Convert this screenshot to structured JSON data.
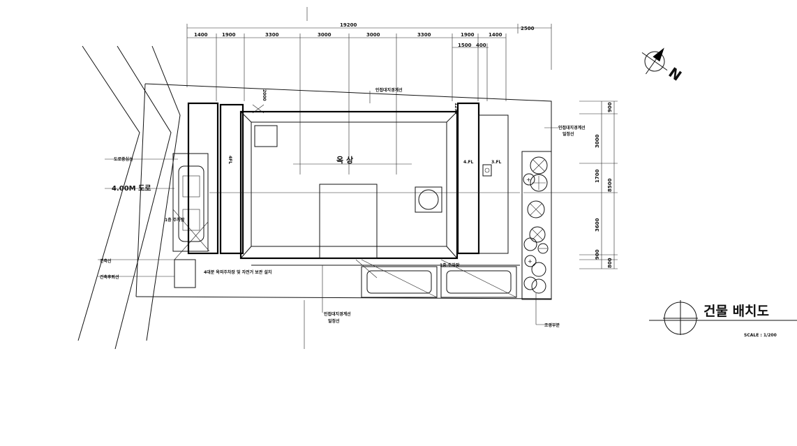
{
  "dimensions": {
    "overall": "19200",
    "right_extra": "2500",
    "top_segments": [
      "1400",
      "1900",
      "3300",
      "3000",
      "3000",
      "3300",
      "1900",
      "1400"
    ],
    "sub_right": [
      "1500",
      "400"
    ],
    "right_side": [
      "900",
      "3000",
      "1700",
      "3600",
      "900",
      "800"
    ],
    "right_total": "8500",
    "small_labels": [
      "4FL",
      "4.FL",
      "3.FL",
      "2000",
      "1290"
    ]
  },
  "labels": {
    "rooftop": "옥 상",
    "road": "4.00M 도로",
    "setback_road": "도로중심선",
    "building_line": "건축선",
    "building_limit": "건축후퇴선",
    "adjacent_top": "인접대지경계선",
    "adjacent_right": "인접대지경계선",
    "adjacent_right_sub": "일정선",
    "adjacent_bottom": "인접대지경계선",
    "adjacent_bottom_sub": "일정선",
    "parking_left": "1층 주차장",
    "parking_note": "4대분 옥외주차장 및 자전거 보관 설치",
    "parking_right": "1층 주차장",
    "landscape": "조경부분"
  },
  "title": {
    "main": "건물 배치도",
    "scale": "SCALE : 1/200"
  },
  "north": {
    "letter": "N"
  }
}
